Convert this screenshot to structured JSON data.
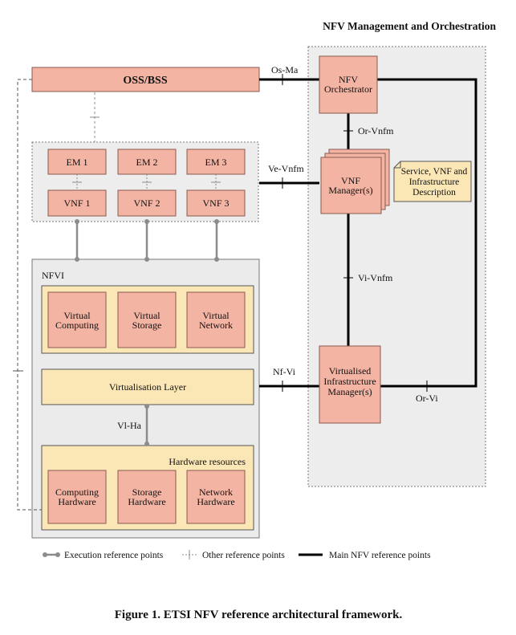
{
  "nfv_mano": {
    "title": "NFV Management and Orchestration",
    "orchestrator": [
      "NFV",
      "Orchestrator"
    ],
    "vnf_manager": [
      "VNF",
      "Manager(s)"
    ],
    "vim": [
      "Virtualised",
      "Infrastructure",
      "Manager(s)"
    ],
    "description": [
      "Service, VNF and",
      "Infrastructure",
      "Description"
    ]
  },
  "oss_bss": "OSS/BSS",
  "ems": [
    "EM 1",
    "EM 2",
    "EM 3"
  ],
  "vnfs": [
    "VNF 1",
    "VNF 2",
    "VNF 3"
  ],
  "nfvi": {
    "title": "NFVI",
    "virtual": [
      [
        "Virtual",
        "Computing"
      ],
      [
        "Virtual",
        "Storage"
      ],
      [
        "Virtual",
        "Network"
      ]
    ],
    "virtualisation_layer": "Virtualisation Layer",
    "hardware_title": "Hardware resources",
    "hardware": [
      [
        "Computing",
        "Hardware"
      ],
      [
        "Storage",
        "Hardware"
      ],
      [
        "Network",
        "Hardware"
      ]
    ]
  },
  "reference_points": {
    "os_ma": "Os-Ma",
    "or_vnfm": "Or-Vnfm",
    "ve_vnfm": "Ve-Vnfm",
    "vi_vnfm": "Vi-Vnfm",
    "nf_vi": "Nf-Vi",
    "or_vi": "Or-Vi",
    "vi_ha": "Vl-Ha"
  },
  "legend": {
    "execution": "Execution reference points",
    "other": "Other reference points",
    "main": "Main NFV reference points"
  },
  "caption": "Figure 1. ETSI NFV reference architectural framework.",
  "colors": {
    "salmon": "#f4b4a4",
    "salmon_stroke": "#8a5a50",
    "cream": "#fbe7b6",
    "grey_panel": "#ededed",
    "nfvi_panel": "#ebebeb",
    "link_grey": "#8c8c8c"
  }
}
